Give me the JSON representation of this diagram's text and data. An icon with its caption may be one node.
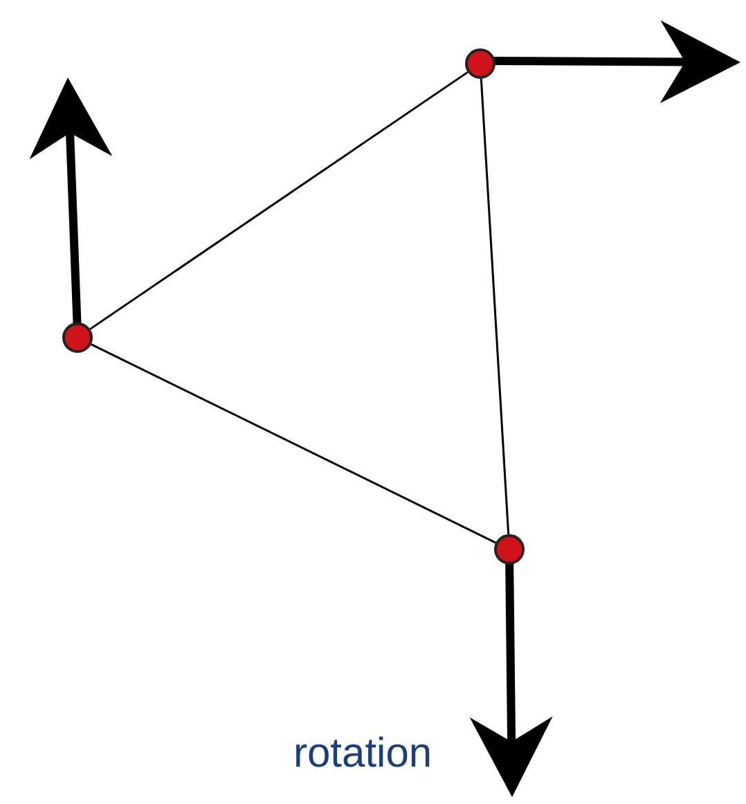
{
  "diagram": {
    "nodes": [
      {
        "text": [],
        "shape": "circle"
      },
      {
        "text": [],
        "shape": "circle"
      },
      {
        "text": [],
        "shape": "circle"
      }
    ],
    "edges": [
      {
        "from": 0,
        "to": 1,
        "arrow": "none"
      },
      {
        "from": 1,
        "to": 2,
        "arrow": "none"
      },
      {
        "from": 0,
        "to": 2,
        "arrow": "none"
      }
    ],
    "labels": [
      "rotation"
    ]
  }
}
